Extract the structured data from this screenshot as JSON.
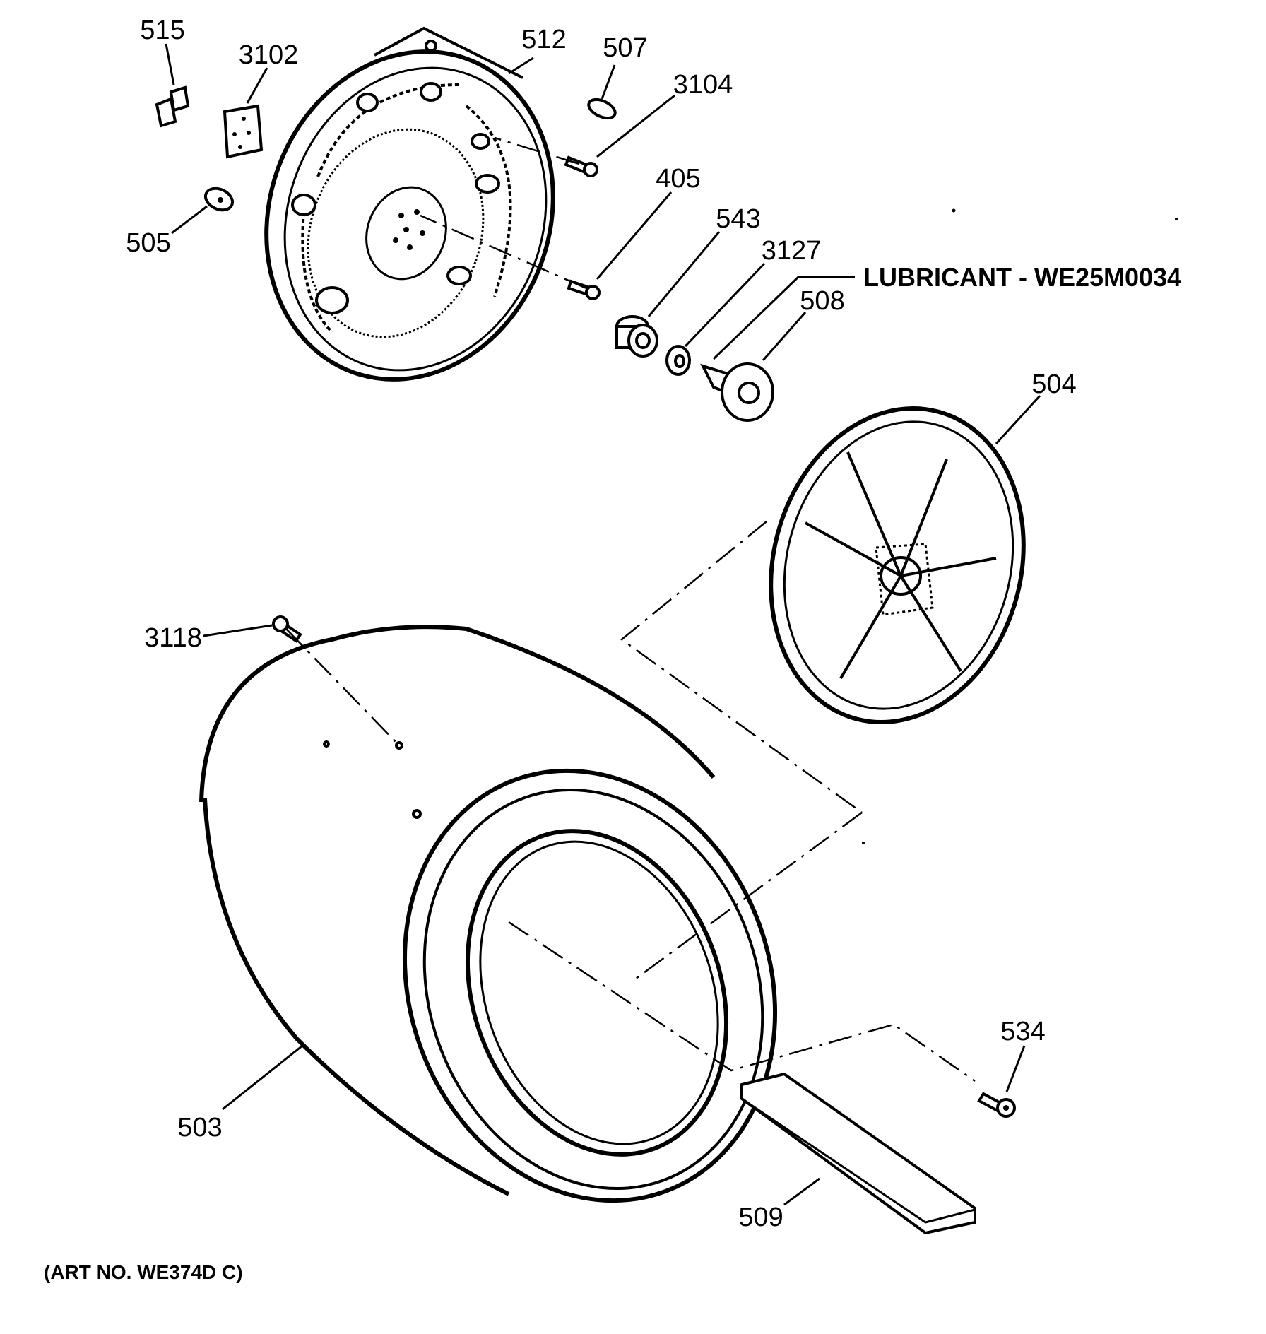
{
  "callouts": {
    "c515": "515",
    "c3102": "3102",
    "c512": "512",
    "c507": "507",
    "c3104": "3104",
    "c505": "505",
    "c405": "405",
    "c543": "543",
    "c3127": "3127",
    "c508": "508",
    "c504": "504",
    "c3118": "3118",
    "c534": "534",
    "c503": "503",
    "c509": "509"
  },
  "lubricant_note": "LUBRICANT - WE25M0034",
  "art_number": "(ART NO. WE374D C)"
}
